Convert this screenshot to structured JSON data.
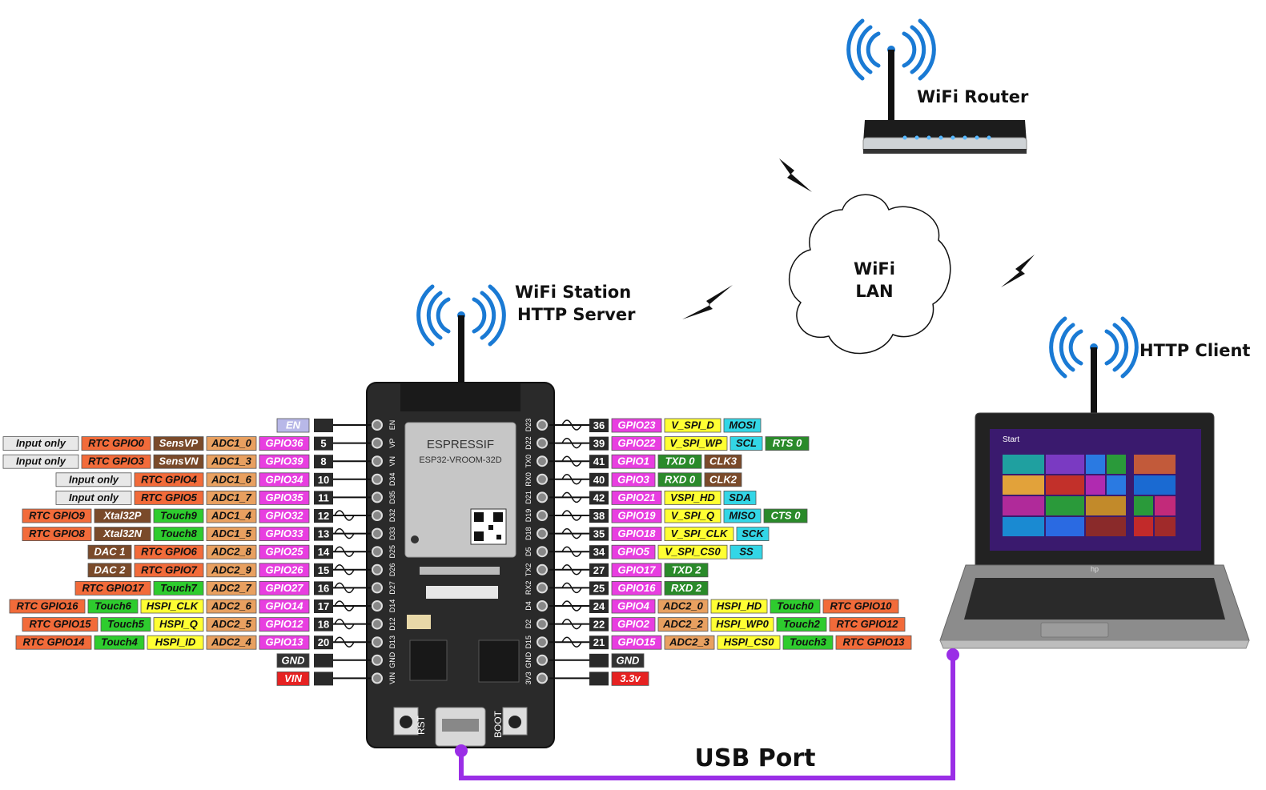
{
  "labels": {
    "router": "WiFi Router",
    "cloud_line1": "WiFi",
    "cloud_line2": "LAN",
    "station_line1": "WiFi Station",
    "station_line2": "HTTP Server",
    "client": "HTTP Client",
    "usb": "USB Port"
  },
  "board": {
    "brand": "ESPRESSIF",
    "model": "ESP32-VROOM-32D",
    "rst": "RST",
    "boot": "BOOT",
    "left_silk": [
      "EN",
      "VP",
      "VN",
      "D34",
      "D35",
      "D32",
      "D33",
      "D25",
      "D26",
      "D27",
      "D14",
      "D12",
      "D13",
      "GND",
      "VIN"
    ],
    "right_silk": [
      "D23",
      "D22",
      "TX0",
      "RX0",
      "D21",
      "D19",
      "D18",
      "D5",
      "TX2",
      "RX2",
      "D4",
      "D2",
      "D15",
      "GND",
      "3V3"
    ]
  },
  "laptop": {
    "start": "Start",
    "brand": "hp"
  },
  "colors": {
    "gpio": "#e83ee0",
    "rtc": "#f26b3a",
    "adc": "#e8a060",
    "touch": "#2ecc2e",
    "hspi": "#ffff33",
    "vspi": "#ffff33",
    "spi_cyan": "#33d6e6",
    "uart": "#2a8a2a",
    "clk": "#7a4a2a",
    "sens": "#7a4a2a",
    "input_only": "#e8e8e8",
    "gnd": "#333333",
    "power": "#e62222",
    "usb_wire": "#9a2ee6"
  },
  "left_rows": [
    {
      "num": "",
      "labels": [
        {
          "t": "EN",
          "c": "en"
        }
      ]
    },
    {
      "num": "5",
      "labels": [
        {
          "t": "GPIO36",
          "c": "gpio"
        },
        {
          "t": "ADC1_0",
          "c": "adc"
        },
        {
          "t": "SensVP",
          "c": "sens"
        },
        {
          "t": "RTC GPIO0",
          "c": "rtc"
        },
        {
          "t": "Input only",
          "c": "input"
        }
      ]
    },
    {
      "num": "8",
      "labels": [
        {
          "t": "GPIO39",
          "c": "gpio"
        },
        {
          "t": "ADC1_3",
          "c": "adc"
        },
        {
          "t": "SensVN",
          "c": "sens"
        },
        {
          "t": "RTC GPIO3",
          "c": "rtc"
        },
        {
          "t": "Input only",
          "c": "input"
        }
      ]
    },
    {
      "num": "10",
      "labels": [
        {
          "t": "GPIO34",
          "c": "gpio"
        },
        {
          "t": "ADC1_6",
          "c": "adc"
        },
        {
          "t": "RTC GPIO4",
          "c": "rtc"
        },
        {
          "t": "Input only",
          "c": "input"
        }
      ]
    },
    {
      "num": "11",
      "labels": [
        {
          "t": "GPIO35",
          "c": "gpio"
        },
        {
          "t": "ADC1_7",
          "c": "adc"
        },
        {
          "t": "RTC GPIO5",
          "c": "rtc"
        },
        {
          "t": "Input only",
          "c": "input"
        }
      ]
    },
    {
      "num": "12",
      "labels": [
        {
          "t": "GPIO32",
          "c": "gpio"
        },
        {
          "t": "ADC1_4",
          "c": "adc"
        },
        {
          "t": "Touch9",
          "c": "touch"
        },
        {
          "t": "Xtal32P",
          "c": "sens"
        },
        {
          "t": "RTC GPIO9",
          "c": "rtc"
        }
      ]
    },
    {
      "num": "13",
      "labels": [
        {
          "t": "GPIO33",
          "c": "gpio"
        },
        {
          "t": "ADC1_5",
          "c": "adc"
        },
        {
          "t": "Touch8",
          "c": "touch"
        },
        {
          "t": "Xtal32N",
          "c": "sens"
        },
        {
          "t": "RTC GPIO8",
          "c": "rtc"
        }
      ]
    },
    {
      "num": "14",
      "labels": [
        {
          "t": "GPIO25",
          "c": "gpio"
        },
        {
          "t": "ADC2_8",
          "c": "adc"
        },
        {
          "t": "RTC GPIO6",
          "c": "rtc"
        },
        {
          "t": "DAC 1",
          "c": "sens"
        }
      ]
    },
    {
      "num": "15",
      "labels": [
        {
          "t": "GPIO26",
          "c": "gpio"
        },
        {
          "t": "ADC2_9",
          "c": "adc"
        },
        {
          "t": "RTC GPIO7",
          "c": "rtc"
        },
        {
          "t": "DAC 2",
          "c": "sens"
        }
      ]
    },
    {
      "num": "16",
      "labels": [
        {
          "t": "GPIO27",
          "c": "gpio"
        },
        {
          "t": "ADC2_7",
          "c": "adc"
        },
        {
          "t": "Touch7",
          "c": "touch"
        },
        {
          "t": "RTC GPIO17",
          "c": "rtc"
        }
      ]
    },
    {
      "num": "17",
      "labels": [
        {
          "t": "GPIO14",
          "c": "gpio"
        },
        {
          "t": "ADC2_6",
          "c": "adc"
        },
        {
          "t": "HSPI_CLK",
          "c": "hspi"
        },
        {
          "t": "Touch6",
          "c": "touch"
        },
        {
          "t": "RTC GPIO16",
          "c": "rtc"
        }
      ]
    },
    {
      "num": "18",
      "labels": [
        {
          "t": "GPIO12",
          "c": "gpio"
        },
        {
          "t": "ADC2_5",
          "c": "adc"
        },
        {
          "t": "HSPI_Q",
          "c": "hspi"
        },
        {
          "t": "Touch5",
          "c": "touch"
        },
        {
          "t": "RTC GPIO15",
          "c": "rtc"
        }
      ]
    },
    {
      "num": "20",
      "labels": [
        {
          "t": "GPIO13",
          "c": "gpio"
        },
        {
          "t": "ADC2_4",
          "c": "adc"
        },
        {
          "t": "HSPI_ID",
          "c": "hspi"
        },
        {
          "t": "Touch4",
          "c": "touch"
        },
        {
          "t": "RTC GPIO14",
          "c": "rtc"
        }
      ]
    },
    {
      "num": "",
      "labels": [
        {
          "t": "GND",
          "c": "gnd"
        }
      ]
    },
    {
      "num": "",
      "labels": [
        {
          "t": "VIN",
          "c": "power"
        }
      ]
    }
  ],
  "right_rows": [
    {
      "num": "36",
      "labels": [
        {
          "t": "GPIO23",
          "c": "gpio"
        },
        {
          "t": "V_SPI_D",
          "c": "vspi"
        },
        {
          "t": "MOSI",
          "c": "cyan"
        }
      ]
    },
    {
      "num": "39",
      "labels": [
        {
          "t": "GPIO22",
          "c": "gpio"
        },
        {
          "t": "V_SPI_WP",
          "c": "vspi"
        },
        {
          "t": "SCL",
          "c": "cyan"
        },
        {
          "t": "RTS 0",
          "c": "uart"
        }
      ]
    },
    {
      "num": "41",
      "labels": [
        {
          "t": "GPIO1",
          "c": "gpio"
        },
        {
          "t": "TXD 0",
          "c": "uart"
        },
        {
          "t": "CLK3",
          "c": "clk"
        }
      ]
    },
    {
      "num": "40",
      "labels": [
        {
          "t": "GPIO3",
          "c": "gpio"
        },
        {
          "t": "RXD 0",
          "c": "uart"
        },
        {
          "t": "CLK2",
          "c": "clk"
        }
      ]
    },
    {
      "num": "42",
      "labels": [
        {
          "t": "GPIO21",
          "c": "gpio"
        },
        {
          "t": "VSPI_HD",
          "c": "vspi"
        },
        {
          "t": "SDA",
          "c": "cyan"
        }
      ]
    },
    {
      "num": "38",
      "labels": [
        {
          "t": "GPIO19",
          "c": "gpio"
        },
        {
          "t": "V_SPI_Q",
          "c": "vspi"
        },
        {
          "t": "MISO",
          "c": "cyan"
        },
        {
          "t": "CTS 0",
          "c": "uart"
        }
      ]
    },
    {
      "num": "35",
      "labels": [
        {
          "t": "GPIO18",
          "c": "gpio"
        },
        {
          "t": "V_SPI_CLK",
          "c": "vspi"
        },
        {
          "t": "SCK",
          "c": "cyan"
        }
      ]
    },
    {
      "num": "34",
      "labels": [
        {
          "t": "GPIO5",
          "c": "gpio"
        },
        {
          "t": "V_SPI_CS0",
          "c": "vspi"
        },
        {
          "t": "SS",
          "c": "cyan"
        }
      ]
    },
    {
      "num": "27",
      "labels": [
        {
          "t": "GPIO17",
          "c": "gpio"
        },
        {
          "t": "TXD 2",
          "c": "uart"
        }
      ]
    },
    {
      "num": "25",
      "labels": [
        {
          "t": "GPIO16",
          "c": "gpio"
        },
        {
          "t": "RXD 2",
          "c": "uart"
        }
      ]
    },
    {
      "num": "24",
      "labels": [
        {
          "t": "GPIO4",
          "c": "gpio"
        },
        {
          "t": "ADC2_0",
          "c": "adc"
        },
        {
          "t": "HSPI_HD",
          "c": "hspi"
        },
        {
          "t": "Touch0",
          "c": "touch"
        },
        {
          "t": "RTC GPIO10",
          "c": "rtc"
        }
      ]
    },
    {
      "num": "22",
      "labels": [
        {
          "t": "GPIO2",
          "c": "gpio"
        },
        {
          "t": "ADC2_2",
          "c": "adc"
        },
        {
          "t": "HSPI_WP0",
          "c": "hspi"
        },
        {
          "t": "Touch2",
          "c": "touch"
        },
        {
          "t": "RTC GPIO12",
          "c": "rtc"
        }
      ]
    },
    {
      "num": "21",
      "labels": [
        {
          "t": "GPIO15",
          "c": "gpio"
        },
        {
          "t": "ADC2_3",
          "c": "adc"
        },
        {
          "t": "HSPI_CS0",
          "c": "hspi"
        },
        {
          "t": "Touch3",
          "c": "touch"
        },
        {
          "t": "RTC GPIO13",
          "c": "rtc"
        }
      ]
    },
    {
      "num": "",
      "labels": [
        {
          "t": "GND",
          "c": "gnd"
        }
      ]
    },
    {
      "num": "",
      "labels": [
        {
          "t": "3.3v",
          "c": "power"
        }
      ]
    }
  ]
}
